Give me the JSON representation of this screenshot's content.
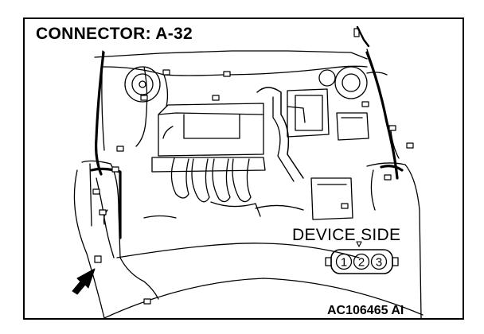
{
  "title": "CONNECTOR: A-32",
  "device_side_label": "DEVICE SIDE",
  "connector_pins": [
    "1",
    "2",
    "3"
  ],
  "figure_code": "AC106465 AI",
  "icons": [
    "engine-bay-illustration",
    "location-arrow-icon",
    "connector-face-icon"
  ]
}
